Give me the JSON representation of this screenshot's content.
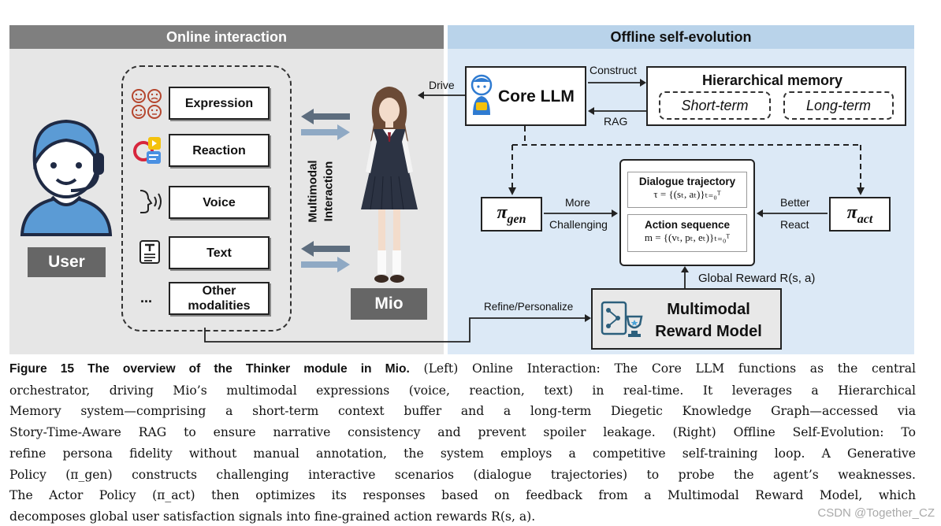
{
  "sections": {
    "left_title": "Online interaction",
    "right_title": "Offline self-evolution"
  },
  "left": {
    "user_label": "User",
    "mio_label": "Mio",
    "interaction_label_line1": "Multimodal",
    "interaction_label_line2": "Interaction",
    "modalities": [
      {
        "label": "Expression",
        "icon": "faces-icon"
      },
      {
        "label": "Reaction",
        "icon": "reaction-icon"
      },
      {
        "label": "Voice",
        "icon": "voice-icon"
      },
      {
        "label": "Text",
        "icon": "text-document-icon"
      },
      {
        "label_line1": "Other",
        "label_line2": "modalities",
        "icon": "ellipsis-icon",
        "icon_text": "..."
      }
    ]
  },
  "right": {
    "core_llm": "Core LLM",
    "drive": "Drive",
    "construct": "Construct",
    "rag": "RAG",
    "memory_title": "Hierarchical memory",
    "short_term": "Short-term",
    "long_term": "Long-term",
    "pi_gen_base": "π",
    "pi_gen_sub": "gen",
    "pi_act_base": "π",
    "pi_act_sub": "act",
    "more": "More",
    "challenging": "Challenging",
    "better": "Better",
    "react": "React",
    "dialogue_title": "Dialogue trajectory",
    "dialogue_formula": "τ = {(sₜ, aₜ)}ₜ₌₀ᵀ",
    "action_title": "Action sequence",
    "action_formula": "m = {(vₜ, pₜ, eₜ)}ₜ₌₀ᵀ",
    "global_reward": "Global Reward R(s, a)",
    "refine": "Refine/Personalize",
    "reward_model_line1": "Multimodal",
    "reward_model_line2": "Reward Model"
  },
  "caption": {
    "figure_label": "Figure 15  The overview of the Thinker module in Mio.",
    "lines": [
      " (Left) Online Interaction: The Core LLM functions as the central",
      "orchestrator, driving Mio’s multimodal expressions (voice, reaction, text) in real-time. It leverages a Hierarchical",
      "Memory system—comprising a short-term context buffer and a long-term Diegetic Knowledge Graph—accessed via",
      "Story-Time-Aware RAG to ensure narrative consistency and prevent spoiler leakage. (Right) Offline Self-Evolution: To",
      "refine persona fidelity without manual annotation, the system employs a competitive self-training loop. A Generative",
      "Policy (π_gen) constructs challenging interactive scenarios (dialogue trajectories) to probe the agent’s weaknesses.",
      "The Actor Policy (π_act) then optimizes its responses based on feedback from a Multimodal Reward Model, which",
      "decomposes global user satisfaction signals into fine-grained action rewards R(s, a)."
    ]
  },
  "watermark": "CSDN @Together_CZ",
  "colors": {
    "left_header": "#7f7f7f",
    "right_header": "#b9d3ea",
    "left_panel": "#e6e6e6",
    "right_panel": "#dce9f6",
    "user_avatar": "#5b9bd5",
    "label_box": "#666666"
  }
}
